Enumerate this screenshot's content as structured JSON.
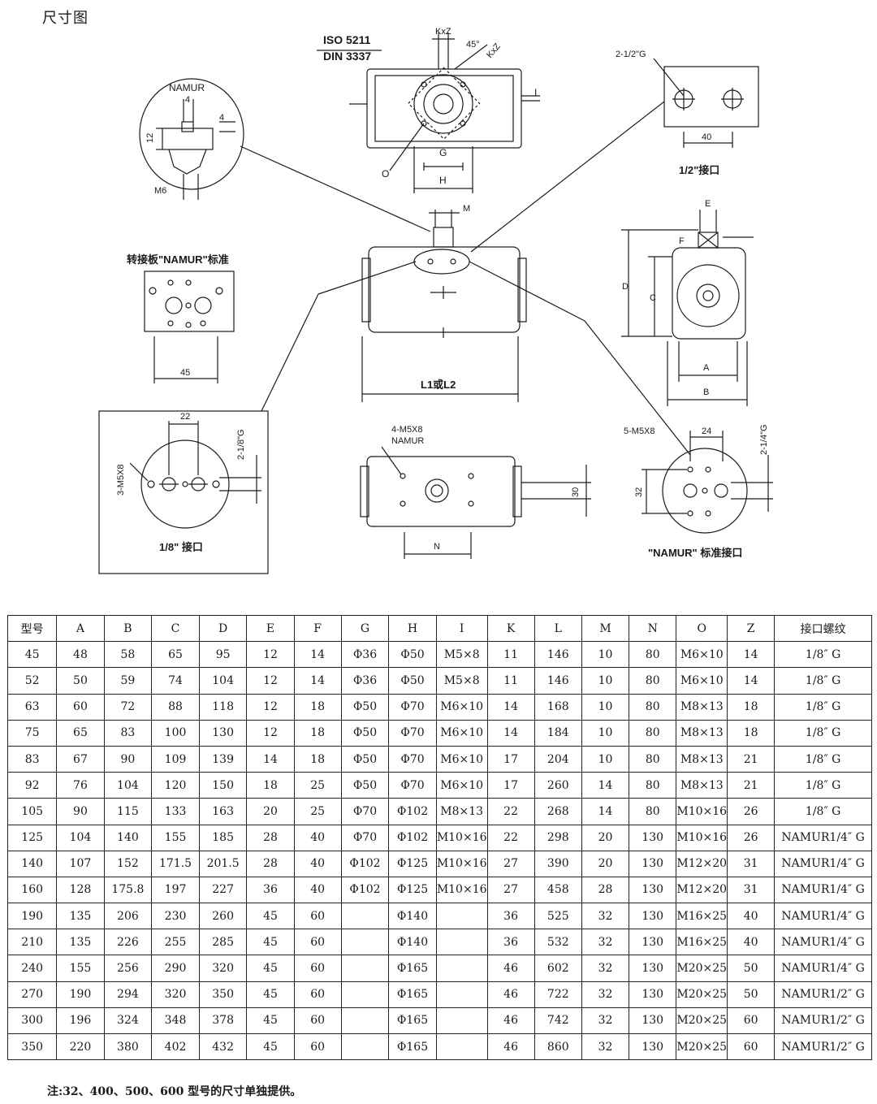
{
  "page_title": "尺寸图",
  "drawing_labels": {
    "iso": "ISO 5211",
    "din": "DIN 3337",
    "kxz_top": "KxZ",
    "angle": "45°",
    "kxz_diag": "KxZ",
    "dim_I": "I",
    "dim_G": "G",
    "dim_H": "H",
    "dim_O": "O",
    "namur_detail": "NAMUR",
    "namur_4a": "4",
    "namur_4b": "4",
    "namur_12": "12",
    "namur_m6": "M6",
    "port_half_g": "2-1/2\"G",
    "port_half_40": "40",
    "port_half_caption": "1/2\"接口",
    "dim_M": "M",
    "adapter_caption": "转接板\"NAMUR\"标准",
    "adapter_45": "45",
    "dim_L": "L1或L2",
    "dim_E": "E",
    "dim_F": "F",
    "dim_D": "D",
    "dim_C": "C",
    "dim_A": "A",
    "dim_B": "B",
    "port18_22": "22",
    "port18_g": "2-1/8\"G",
    "port18_m5": "3-M5X8",
    "port18_caption": "1/8\" 接口",
    "bottom_m5": "4-M5X8",
    "bottom_namur": "NAMUR",
    "bottom_30": "30",
    "bottom_N": "N",
    "namur_m5": "5-M5X8",
    "namur_24": "24",
    "namur_g": "2-1/4\"G",
    "namur_32": "32",
    "namur_caption": "\"NAMUR\"  标准接口"
  },
  "table": {
    "headers": [
      "型号",
      "A",
      "B",
      "C",
      "D",
      "E",
      "F",
      "G",
      "H",
      "I",
      "K",
      "L",
      "M",
      "N",
      "O",
      "Z",
      "接口螺纹"
    ],
    "rows": [
      [
        "45",
        "48",
        "58",
        "65",
        "95",
        "12",
        "14",
        "Φ36",
        "Φ50",
        "M5×8",
        "11",
        "146",
        "10",
        "80",
        "M6×10",
        "14",
        "1/8″ G"
      ],
      [
        "52",
        "50",
        "59",
        "74",
        "104",
        "12",
        "14",
        "Φ36",
        "Φ50",
        "M5×8",
        "11",
        "146",
        "10",
        "80",
        "M6×10",
        "14",
        "1/8″ G"
      ],
      [
        "63",
        "60",
        "72",
        "88",
        "118",
        "12",
        "18",
        "Φ50",
        "Φ70",
        "M6×10",
        "14",
        "168",
        "10",
        "80",
        "M8×13",
        "18",
        "1/8″ G"
      ],
      [
        "75",
        "65",
        "83",
        "100",
        "130",
        "12",
        "18",
        "Φ50",
        "Φ70",
        "M6×10",
        "14",
        "184",
        "10",
        "80",
        "M8×13",
        "18",
        "1/8″ G"
      ],
      [
        "83",
        "67",
        "90",
        "109",
        "139",
        "14",
        "18",
        "Φ50",
        "Φ70",
        "M6×10",
        "17",
        "204",
        "10",
        "80",
        "M8×13",
        "21",
        "1/8″ G"
      ],
      [
        "92",
        "76",
        "104",
        "120",
        "150",
        "18",
        "25",
        "Φ50",
        "Φ70",
        "M6×10",
        "17",
        "260",
        "14",
        "80",
        "M8×13",
        "21",
        "1/8″ G"
      ],
      [
        "105",
        "90",
        "115",
        "133",
        "163",
        "20",
        "25",
        "Φ70",
        "Φ102",
        "M8×13",
        "22",
        "268",
        "14",
        "80",
        "M10×16",
        "26",
        "1/8″ G"
      ],
      [
        "125",
        "104",
        "140",
        "155",
        "185",
        "28",
        "40",
        "Φ70",
        "Φ102",
        "M10×16",
        "22",
        "298",
        "20",
        "130",
        "M10×16",
        "26",
        "NAMUR1/4″ G"
      ],
      [
        "140",
        "107",
        "152",
        "171.5",
        "201.5",
        "28",
        "40",
        "Φ102",
        "Φ125",
        "M10×16",
        "27",
        "390",
        "20",
        "130",
        "M12×20",
        "31",
        "NAMUR1/4″ G"
      ],
      [
        "160",
        "128",
        "175.8",
        "197",
        "227",
        "36",
        "40",
        "Φ102",
        "Φ125",
        "M10×16",
        "27",
        "458",
        "28",
        "130",
        "M12×20",
        "31",
        "NAMUR1/4″ G"
      ],
      [
        "190",
        "135",
        "206",
        "230",
        "260",
        "45",
        "60",
        "",
        "Φ140",
        "",
        "36",
        "525",
        "32",
        "130",
        "M16×25",
        "40",
        "NAMUR1/4″ G"
      ],
      [
        "210",
        "135",
        "226",
        "255",
        "285",
        "45",
        "60",
        "",
        "Φ140",
        "",
        "36",
        "532",
        "32",
        "130",
        "M16×25",
        "40",
        "NAMUR1/4″ G"
      ],
      [
        "240",
        "155",
        "256",
        "290",
        "320",
        "45",
        "60",
        "",
        "Φ165",
        "",
        "46",
        "602",
        "32",
        "130",
        "M20×25",
        "50",
        "NAMUR1/4″ G"
      ],
      [
        "270",
        "190",
        "294",
        "320",
        "350",
        "45",
        "60",
        "",
        "Φ165",
        "",
        "46",
        "722",
        "32",
        "130",
        "M20×25",
        "50",
        "NAMUR1/2″ G"
      ],
      [
        "300",
        "196",
        "324",
        "348",
        "378",
        "45",
        "60",
        "",
        "Φ165",
        "",
        "46",
        "742",
        "32",
        "130",
        "M20×25",
        "60",
        "NAMUR1/2″ G"
      ],
      [
        "350",
        "220",
        "380",
        "402",
        "432",
        "45",
        "60",
        "",
        "Φ165",
        "",
        "46",
        "860",
        "32",
        "130",
        "M20×25",
        "60",
        "NAMUR1/2″ G"
      ]
    ]
  },
  "note": "注:32、400、500、600 型号的尺寸单独提供。"
}
